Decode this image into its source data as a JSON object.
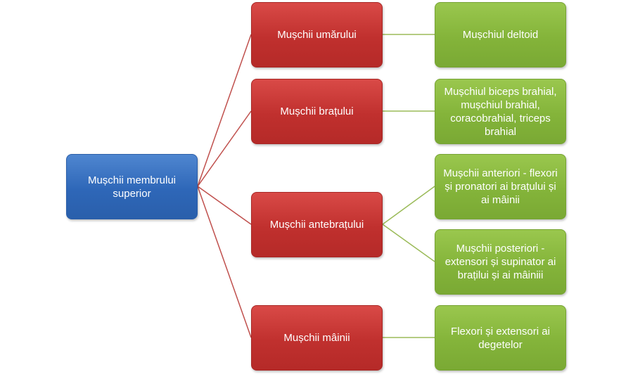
{
  "diagram": {
    "root": {
      "label": "Mușchii membrului superior"
    },
    "groups": [
      {
        "label": "Mușchii umărului",
        "children": [
          {
            "label": "Mușchiul deltoid"
          }
        ]
      },
      {
        "label": "Mușchii brațului",
        "children": [
          {
            "label": "Mușchiul biceps brahial, mușchiul brahial, coracobrahial, triceps brahial"
          }
        ]
      },
      {
        "label": "Mușchii antebrațului",
        "children": [
          {
            "label": "Mușchii anteriori - flexori și pronatori ai brațului și ai mâinii"
          },
          {
            "label": "Mușchii posteriori - extensori și supinator ai brațilui și ai mâiniii"
          }
        ]
      },
      {
        "label": "Mușchii mâinii",
        "children": [
          {
            "label": "Flexori și extensori ai degetelor"
          }
        ]
      }
    ],
    "colors": {
      "root": "#3a73c4",
      "group": "#c93a38",
      "leaf": "#8dbb42",
      "root_connector": "#c0504d",
      "leaf_connector": "#9bbb59"
    }
  }
}
